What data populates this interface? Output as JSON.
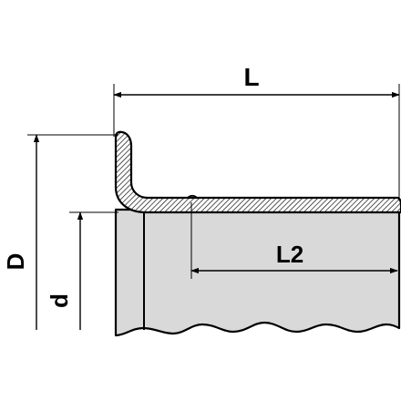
{
  "dimensions": {
    "L": "L",
    "L2": "L2",
    "D": "D",
    "d": "d"
  },
  "colors": {
    "body_fill": "#d9d9d9",
    "hatch_fill": "#ffffff",
    "outline": "#000000",
    "line": "#000000"
  }
}
